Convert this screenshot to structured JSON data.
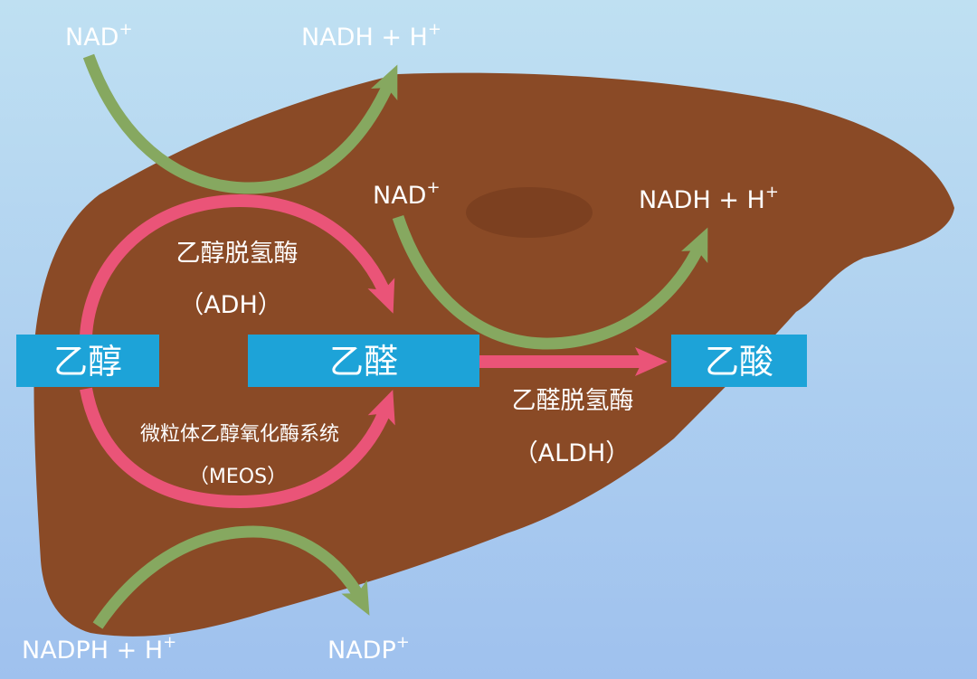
{
  "colors": {
    "bg_top": "#bfe0f2",
    "bg_bottom": "#9fc1ee",
    "liver": "#8a4a26",
    "liver_dark": "#7c4020",
    "box": "#1da3d8",
    "box_text": "#ffffff",
    "pink_arrow": "#ea5478",
    "green_arrow": "#86a860",
    "label_text": "#ffffff"
  },
  "compounds": {
    "ethanol": "乙醇",
    "acetaldehyde": "乙醛",
    "acetic_acid": "乙酸"
  },
  "enzymes": {
    "adh_name": "乙醇脱氢酶",
    "adh_abbr": "（ADH）",
    "meos_name": "微粒体乙醇氧化酶系统",
    "meos_abbr": "（MEOS）",
    "aldh_name": "乙醛脱氢酶",
    "aldh_abbr": "（ALDH）"
  },
  "cofactors": {
    "top_in": {
      "base": "NAD",
      "sup": "+"
    },
    "top_out": {
      "base": "NADH + H",
      "sup": "+"
    },
    "mid_in": {
      "base": "NAD",
      "sup": "+"
    },
    "mid_out": {
      "base": "NADH + H",
      "sup": "+"
    },
    "bottom_in": {
      "base": "NADPH + H",
      "sup": "+"
    },
    "bottom_out": {
      "base": "NADP",
      "sup": "+"
    }
  }
}
